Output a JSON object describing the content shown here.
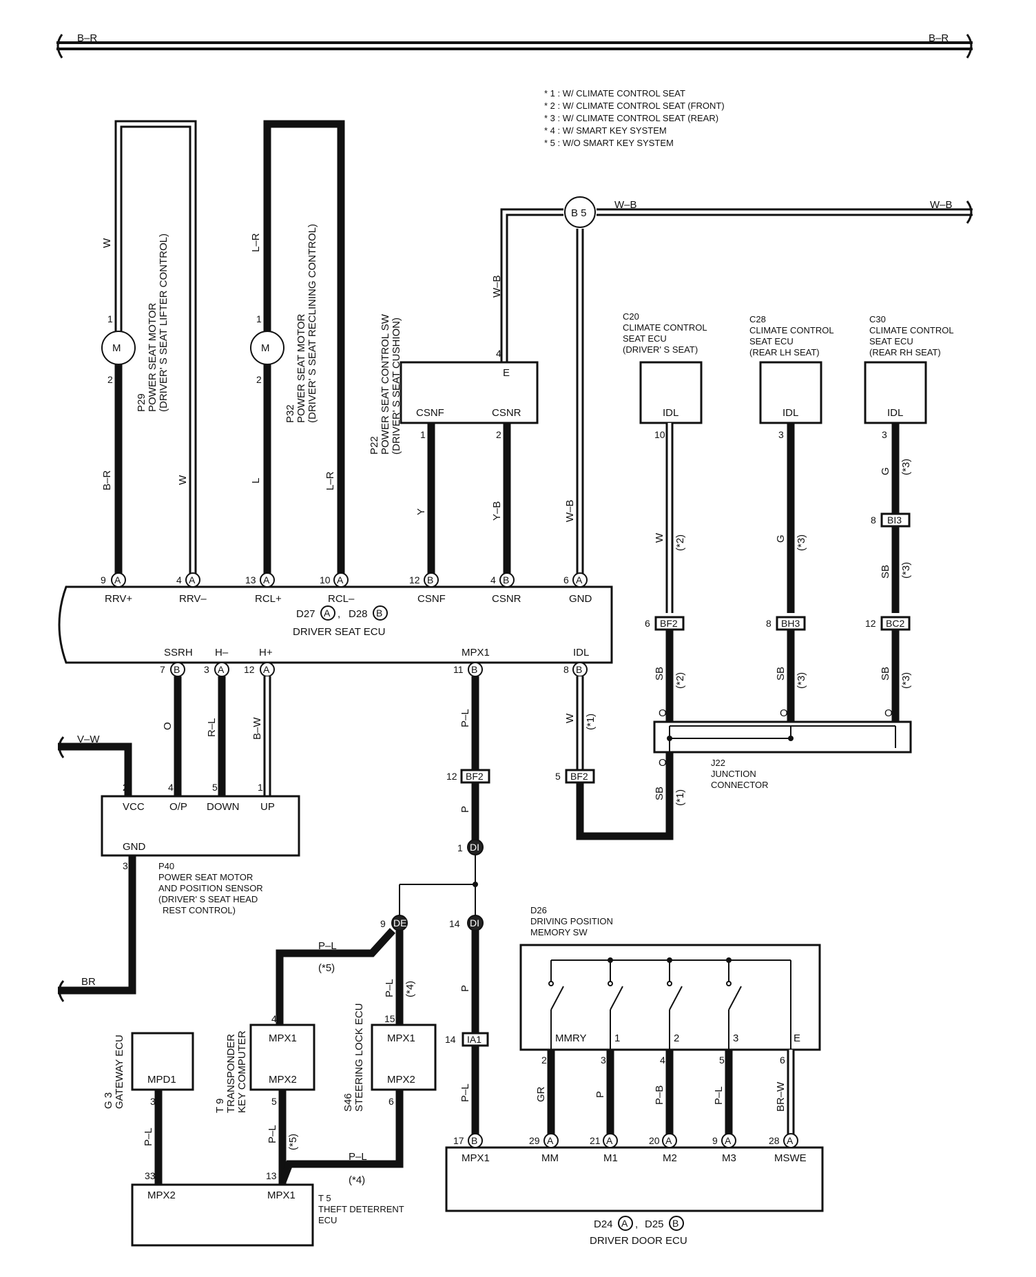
{
  "notes": [
    "* 1 : W/ CLIMATE CONTROL SEAT",
    "* 2 : W/ CLIMATE CONTROL SEAT (FRONT)",
    "* 3 : W/ CLIMATE CONTROL SEAT (REAR)",
    "* 4 : W/ SMART KEY SYSTEM",
    "* 5 : W/O SMART KEY SYSTEM"
  ],
  "bus": {
    "left": "B–R",
    "right": "B–R"
  },
  "ground_point": {
    "name": "B 5",
    "left_wire": "W–B",
    "right_wire": "W–B"
  },
  "components": {
    "p29": {
      "id": "P29",
      "title": "POWER SEAT MOTOR",
      "sub": "(DRIVER' S SEAT LIFTER CONTROL)",
      "motor": "M",
      "pin1": "1",
      "pin2": "2",
      "wire_top": "W",
      "wire_bottom": "B–R",
      "wire_return": "W"
    },
    "p32": {
      "id": "P32",
      "title": "POWER SEAT MOTOR",
      "sub": "(DRIVER' S SEAT RECLINING CONTROL)",
      "motor": "M",
      "pin1": "1",
      "pin2": "2",
      "wire_top": "L–R",
      "wire_bottom": "L",
      "wire_return": "L–R"
    },
    "p22": {
      "id": "P22",
      "title": "POWER SEAT CONTROL SW",
      "sub": "(DRIVER' S SEAT CUSHION)",
      "pin_e": "E",
      "pin_e_no": "4",
      "pin_csnf": "CSNF",
      "pin_csnr": "CSNR",
      "pin_csnf_no": "1",
      "pin_csnr_no": "2",
      "wire_e": "W–B",
      "wire_csnf": "Y",
      "wire_csnr": "Y–B",
      "wire_gnd": "W–B"
    },
    "c20": {
      "id": "C20",
      "line1": "CLIMATE CONTROL",
      "line2": "SEAT ECU",
      "line3": "(DRIVER' S SEAT)",
      "pin": "IDL",
      "pin_no": "10",
      "wire": "W",
      "note": "(*2)"
    },
    "c28": {
      "id": "C28",
      "line1": "CLIMATE CONTROL",
      "line2": "SEAT ECU",
      "line3": "(REAR LH SEAT)",
      "pin": "IDL",
      "pin_no": "3",
      "wire": "G",
      "note": "(*3)"
    },
    "c30": {
      "id": "C30",
      "line1": "CLIMATE CONTROL",
      "line2": "SEAT ECU",
      "line3": "(REAR RH SEAT)",
      "pin": "IDL",
      "pin_no": "3",
      "wire": "G",
      "note": "(*3)"
    },
    "driver_seat_ecu": {
      "ids": "D27",
      "ids2": "D28",
      "sep": ",",
      "connA": "A",
      "connB": "B",
      "name": "DRIVER SEAT ECU",
      "top_pins": [
        {
          "label": "RRV+",
          "no": "9",
          "conn": "A"
        },
        {
          "label": "RRV–",
          "no": "4",
          "conn": "A"
        },
        {
          "label": "RCL+",
          "no": "13",
          "conn": "A"
        },
        {
          "label": "RCL–",
          "no": "10",
          "conn": "A"
        },
        {
          "label": "CSNF",
          "no": "12",
          "conn": "B"
        },
        {
          "label": "CSNR",
          "no": "4",
          "conn": "B"
        },
        {
          "label": "GND",
          "no": "6",
          "conn": "A"
        }
      ],
      "bottom_pins": [
        {
          "label": "SSRH",
          "no": "7",
          "conn": "B"
        },
        {
          "label": "H–",
          "no": "3",
          "conn": "A"
        },
        {
          "label": "H+",
          "no": "12",
          "conn": "A"
        },
        {
          "label": "MPX1",
          "no": "11",
          "conn": "B"
        },
        {
          "label": "IDL",
          "no": "8",
          "conn": "B"
        }
      ]
    },
    "p40": {
      "id": "P40",
      "line1": "POWER SEAT MOTOR",
      "line2": "AND POSITION SENSOR",
      "line3": "(DRIVER' S SEAT HEAD",
      "line4": "REST CONTROL)",
      "pins": [
        "VCC",
        "O/P",
        "DOWN",
        "UP"
      ],
      "pin_nos": [
        "2",
        "4",
        "5",
        "1"
      ],
      "gnd": "GND",
      "gnd_no": "3",
      "wire_vcc": "V–W",
      "wire_op": "O",
      "wire_down": "R–L",
      "wire_up": "B–W",
      "wire_gnd": "BR"
    },
    "j22": {
      "id": "J22",
      "line1": "JUNCTION",
      "line2": "CONNECTOR",
      "wire_o": "O",
      "wire_sb": "SB",
      "note1": "(*1)",
      "note2": "(*2)",
      "note3": "(*3)"
    },
    "d26": {
      "id": "D26",
      "line1": "DRIVING POSITION",
      "line2": "MEMORY SW",
      "pins": [
        "MMRY",
        "1",
        "2",
        "3",
        "E"
      ],
      "pin_nos": [
        "2",
        "3",
        "4",
        "5",
        "6"
      ],
      "wires": [
        "GR",
        "P",
        "P–B",
        "P–L",
        "BR–W"
      ]
    },
    "driver_door_ecu": {
      "ids": "D24",
      "ids2": "D25",
      "sep": ",",
      "connA": "A",
      "connB": "B",
      "name": "DRIVER DOOR ECU",
      "pins": [
        "MPX1",
        "MM",
        "M1",
        "M2",
        "M3",
        "MSWE"
      ],
      "pin_nos": [
        "17",
        "29",
        "21",
        "20",
        "9",
        "28"
      ],
      "pin_conns": [
        "B",
        "A",
        "A",
        "A",
        "A",
        "A"
      ]
    },
    "g3": {
      "id": "G 3",
      "name": "GATEWAY ECU",
      "pin": "MPD1",
      "pin_no": "3",
      "wire": "P–L"
    },
    "t9": {
      "id": "T 9",
      "line1": "TRANSPONDER",
      "line2": "KEY COMPUTER",
      "pin1": "MPX1",
      "pin2": "MPX2",
      "pin1_no": "4",
      "pin2_no": "5",
      "wire1": "P–L",
      "note1": "(*5)",
      "wire2": "P–L",
      "note2": "(*5)"
    },
    "s46": {
      "id": "S46",
      "name": "STEERING LOCK ECU",
      "pin1": "MPX1",
      "pin2": "MPX2",
      "pin1_no": "15",
      "pin2_no": "6",
      "wire1": "P–L",
      "note1": "(*4)",
      "wire2": "P–L",
      "note2": "(*4)"
    },
    "t5": {
      "id": "T 5",
      "line1": "THEFT DETERRENT",
      "line2": "ECU",
      "pin1": "MPX2",
      "pin2": "MPX1",
      "pin1_no": "33",
      "pin2_no": "13"
    }
  },
  "connectors": {
    "bf2_c20": {
      "name": "BF2",
      "no": "6",
      "wire": "SB",
      "note": "(*2)"
    },
    "bh3": {
      "name": "BH3",
      "no": "8",
      "wire": "SB",
      "note": "(*3)"
    },
    "bi3": {
      "name": "BI3",
      "no": "8",
      "wire": "SB",
      "note": "(*3)"
    },
    "bc2": {
      "name": "BC2",
      "no": "12",
      "wire": "SB",
      "note": "(*3)"
    },
    "bf2_mpx": {
      "name": "BF2",
      "no": "12",
      "wire_in": "P–L",
      "wire_out": "P"
    },
    "bf2_idl": {
      "name": "BF2",
      "no": "5",
      "wire_in": "W",
      "note": "(*1)"
    },
    "di_1": {
      "name": "DI",
      "no": "1"
    },
    "di_14": {
      "name": "DI",
      "no": "14",
      "wire": "P"
    },
    "de_9": {
      "name": "DE",
      "no": "9"
    },
    "ia1": {
      "name": "IA1",
      "no": "14",
      "wire": "P–L"
    }
  }
}
